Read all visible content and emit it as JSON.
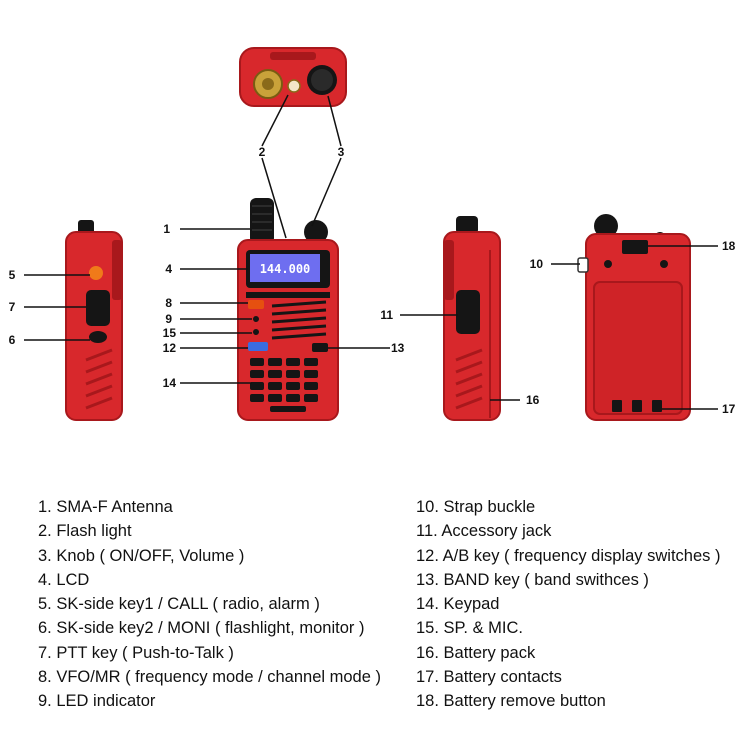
{
  "callouts": {
    "c1": "1",
    "c2": "2",
    "c3": "3",
    "c4": "4",
    "c5": "5",
    "c6": "6",
    "c7": "7",
    "c8": "8",
    "c9": "9",
    "c10": "10",
    "c11": "11",
    "c12": "12",
    "c13": "13",
    "c14": "14",
    "c15": "15",
    "c16": "16",
    "c17": "17",
    "c18": "18"
  },
  "lcd": {
    "display_text": "144.000"
  },
  "colors": {
    "body": "#d8282c",
    "body_dark": "#a8181c",
    "black": "#151515",
    "lcd": "#6e6ef0"
  },
  "legend": {
    "left": [
      "1. SMA-F Antenna",
      "2. Flash light",
      "3. Knob ( ON/OFF, Volume )",
      "4. LCD",
      "5. SK-side key1 / CALL ( radio, alarm )",
      "6. SK-side key2 / MONI ( flashlight, monitor )",
      "7. PTT key ( Push-to-Talk )",
      "8. VFO/MR ( frequency mode / channel mode )",
      "9. LED indicator"
    ],
    "right": [
      "10. Strap buckle",
      "11. Accessory jack",
      "12. A/B key ( frequency display switches )",
      "13. BAND key ( band swithces )",
      "14. Keypad",
      "15. SP. & MIC.",
      "16. Battery pack",
      "17. Battery contacts",
      "18. Battery remove button"
    ]
  }
}
